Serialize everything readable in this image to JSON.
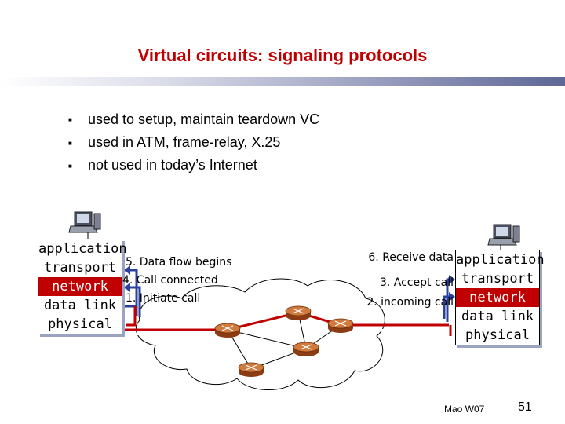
{
  "slide": {
    "title": "Virtual circuits: signaling protocols",
    "bullets": [
      "used to setup, maintain  teardown VC",
      "used in ATM, frame-relay, X.25",
      "not used in today’s Internet"
    ],
    "footer_author": "Mao W07",
    "page_number": "51"
  },
  "left_host": {
    "layers": [
      "application",
      "transport",
      "network",
      "data link",
      "physical"
    ],
    "icon": "computer-icon"
  },
  "right_host": {
    "layers": [
      "application",
      "transport",
      "network",
      "data link",
      "physical"
    ],
    "icon": "computer-icon"
  },
  "steps_left": [
    "5. Data flow begins",
    "4. Call connected",
    "1. Initiate call"
  ],
  "steps_right": [
    "6. Receive data",
    "3. Accept call",
    "2. incoming call"
  ],
  "network": {
    "router_icon": "router-icon",
    "cloud_icon": "network-cloud"
  },
  "colors": {
    "title": "#c00000",
    "network_layer": "#c00000",
    "vc_path": "#c00000",
    "signal_arrow": "#2a3f9e",
    "router": "#c86a2e"
  }
}
